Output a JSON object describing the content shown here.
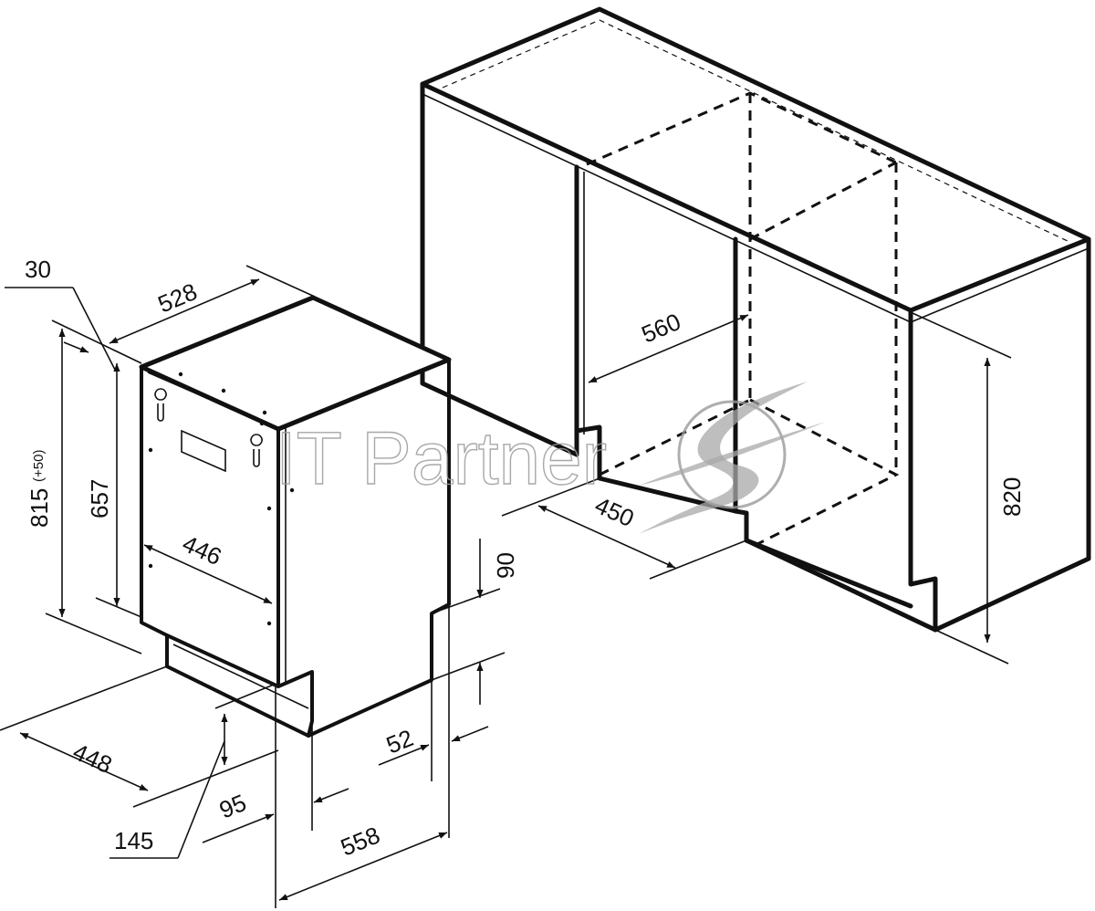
{
  "dimensions": {
    "d30": "30",
    "d528": "528",
    "d815": "815",
    "d815_tolerance": "(+50)",
    "d657": "657",
    "d446": "446",
    "d448": "448",
    "d145": "145",
    "d95": "95",
    "d558": "558",
    "d52": "52",
    "d90": "90",
    "d560": "560",
    "d450": "450",
    "d820": "820"
  },
  "watermark": {
    "text": "IT Partner"
  }
}
